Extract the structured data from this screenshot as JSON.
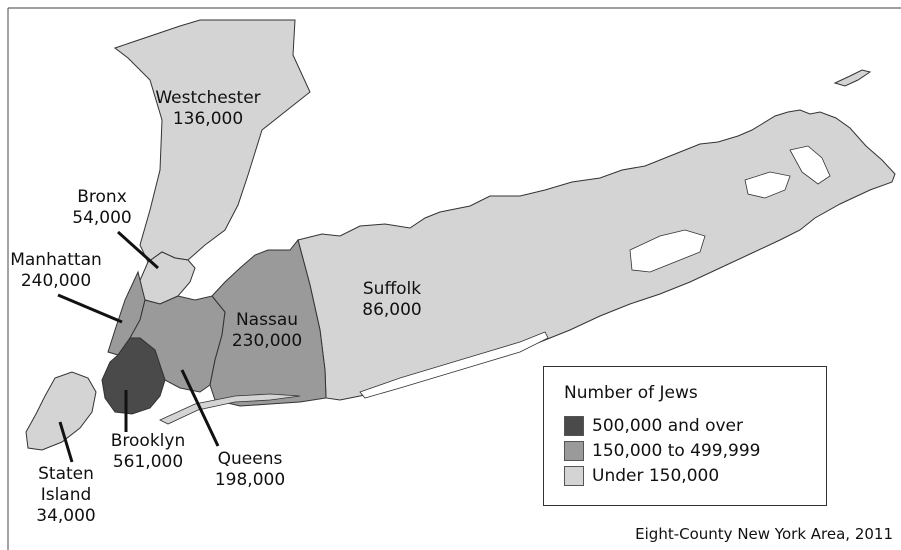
{
  "caption": "Eight-County New York Area, 2011",
  "legend": {
    "title": "Number of Jews",
    "items": [
      {
        "label": "500,000 and over",
        "color": "#4a4a4a"
      },
      {
        "label": "150,000 to 499,999",
        "color": "#9a9a9a"
      },
      {
        "label": "Under 150,000",
        "color": "#d4d4d4"
      }
    ]
  },
  "counties": {
    "westchester": {
      "name": "Westchester",
      "value": "136,000",
      "category": "Under 150,000"
    },
    "bronx": {
      "name": "Bronx",
      "value": "54,000",
      "category": "Under 150,000"
    },
    "manhattan": {
      "name": "Manhattan",
      "value": "240,000",
      "category": "150,000 to 499,999"
    },
    "queens": {
      "name": "Queens",
      "value": "198,000",
      "category": "150,000 to 499,999"
    },
    "brooklyn": {
      "name": "Brooklyn",
      "value": "561,000",
      "category": "500,000 and over"
    },
    "staten_island": {
      "name_line1": "Staten",
      "name_line2": "Island",
      "value": "34,000",
      "category": "Under 150,000"
    },
    "nassau": {
      "name": "Nassau",
      "value": "230,000",
      "category": "150,000 to 499,999"
    },
    "suffolk": {
      "name": "Suffolk",
      "value": "86,000",
      "category": "Under 150,000"
    }
  },
  "colors": {
    "high": "#4a4a4a",
    "mid": "#9a9a9a",
    "low": "#d4d4d4",
    "border": "#333333",
    "frame": "#666666"
  }
}
